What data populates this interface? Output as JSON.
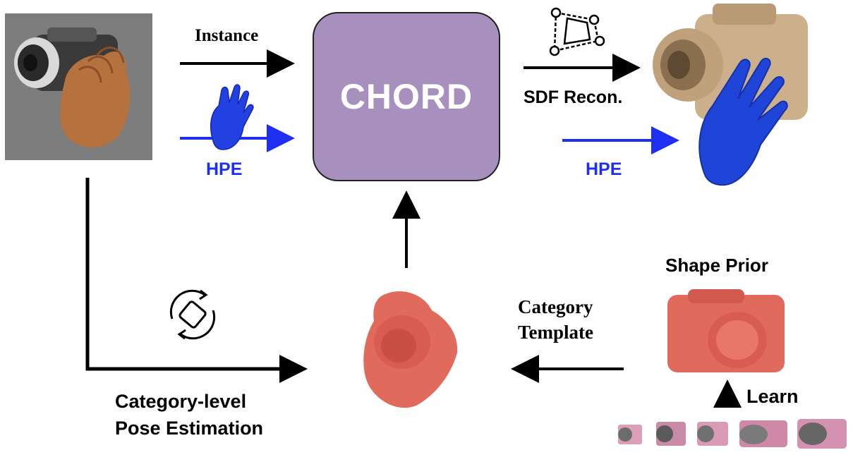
{
  "center_block": {
    "label": "CHORD",
    "fill": "#a790be"
  },
  "inputs": {
    "instance_label": "Instance",
    "hpe_label": "HPE"
  },
  "outputs": {
    "sdf_label": "SDF Recon.",
    "hpe_label": "HPE"
  },
  "prior": {
    "shape_prior_label": "Shape Prior",
    "category_template_line1": "Category",
    "category_template_line2": "Template",
    "learn_label": "Learn"
  },
  "pose": {
    "line1": "Category-level",
    "line2": "Pose Estimation"
  },
  "icons": [
    "rotate-pose-icon",
    "sdf-polygon-icon",
    "hand-icon"
  ],
  "colors": {
    "hpe_blue": "#1f2ff0",
    "template_red": "#e06a5c",
    "arrow_black": "#000000"
  }
}
